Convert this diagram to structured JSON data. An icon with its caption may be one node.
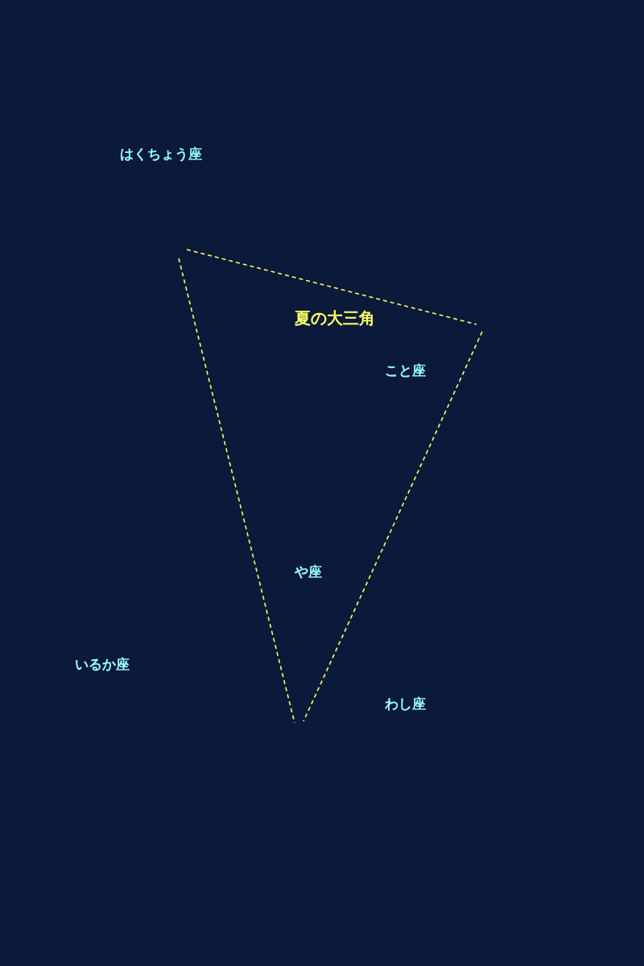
{
  "diagram": {
    "labels": [
      "はくちょう座",
      "夏の大三角",
      "こと座",
      "や座",
      "いるか座",
      "わし座"
    ]
  }
}
